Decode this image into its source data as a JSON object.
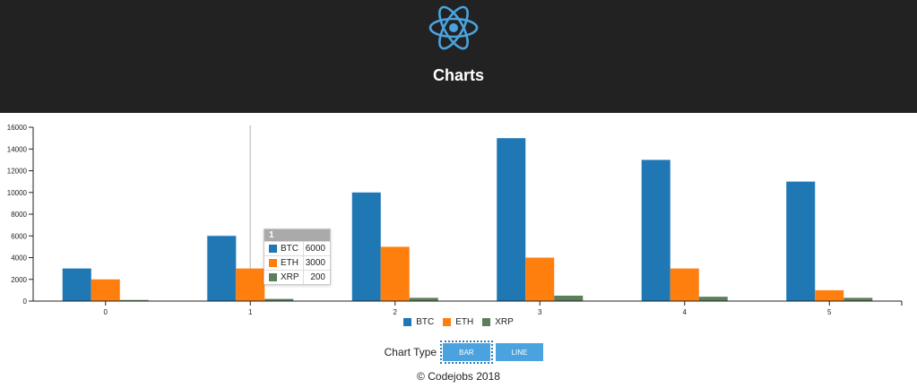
{
  "header": {
    "logo_icon": "react-atom-icon",
    "title": "Charts",
    "background": "#222222"
  },
  "chart_data": {
    "type": "bar",
    "categories": [
      "0",
      "1",
      "2",
      "3",
      "4",
      "5"
    ],
    "series": [
      {
        "name": "BTC",
        "color": "#1f77b4",
        "values": [
          3000,
          6000,
          10000,
          15000,
          13000,
          11000
        ]
      },
      {
        "name": "ETH",
        "color": "#ff7f0e",
        "values": [
          2000,
          3000,
          5000,
          4000,
          3000,
          1000
        ]
      },
      {
        "name": "XRP",
        "color": "#5a7f5a",
        "values": [
          100,
          200,
          300,
          500,
          400,
          300
        ]
      }
    ],
    "y_ticks": [
      "0",
      "2000",
      "4000",
      "6000",
      "8000",
      "10000",
      "12000",
      "14000",
      "16000"
    ],
    "ylim": [
      0,
      16500
    ],
    "grid": false,
    "legend_position": "bottom-center",
    "hover_category": "1"
  },
  "tooltip": {
    "title": "1",
    "rows": [
      {
        "name": "BTC",
        "value": "6000"
      },
      {
        "name": "ETH",
        "value": "3000"
      },
      {
        "name": "XRP",
        "value": "200"
      }
    ]
  },
  "controls": {
    "label": "Chart Type",
    "bar_label": "BAR",
    "line_label": "LINE",
    "active": "bar",
    "button_color": "#4aa3df"
  },
  "footer": {
    "text": "© Codejobs 2018"
  }
}
